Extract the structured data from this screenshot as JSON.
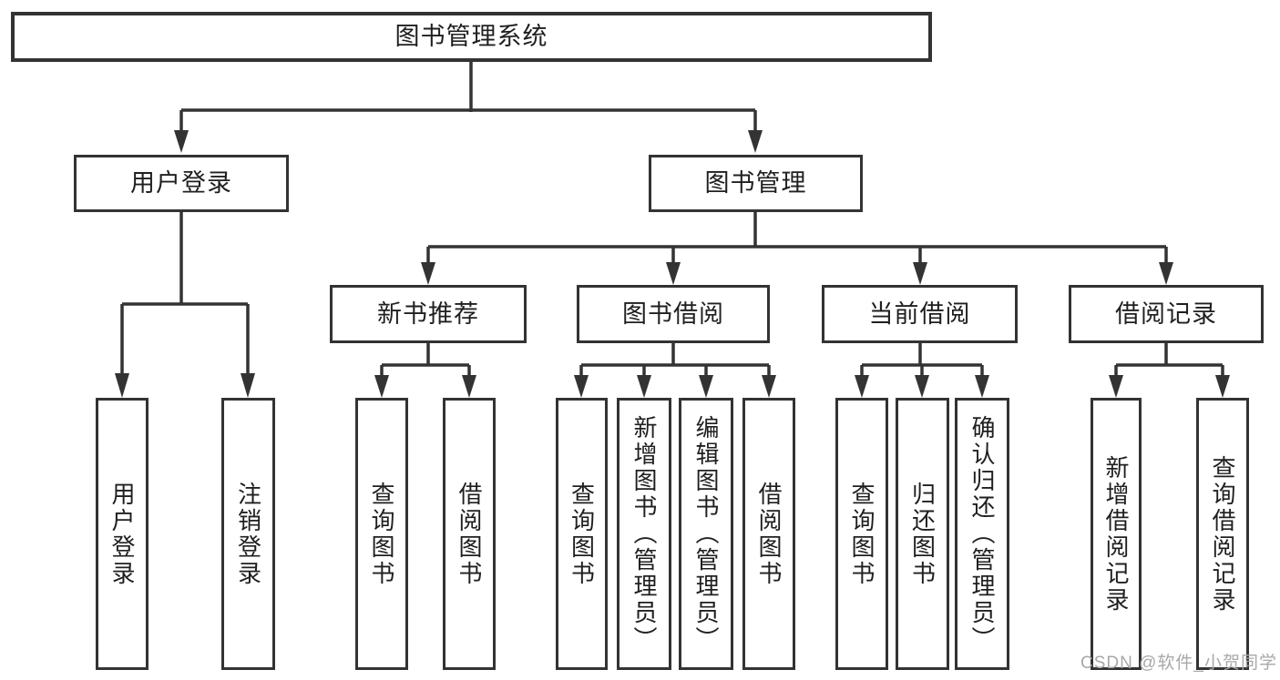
{
  "diagram": {
    "type": "tree-structure-chart",
    "colors": {
      "line": "#333333",
      "box_border": "#333333",
      "text": "#1f1f1f",
      "background": "#ffffff",
      "watermark": "#a8a8a8"
    },
    "watermark": "CSDN @软件_小贺同学",
    "nodes": {
      "root": "图书管理系统",
      "user_login": "用户登录",
      "book_mgmt": "图书管理",
      "new_book_rec": "新书推荐",
      "book_borrow": "图书借阅",
      "current_borrow": "当前借阅",
      "borrow_record": "借阅记录",
      "user_login_leaf": "用户登录",
      "logout_leaf": "注销登录",
      "rec_query_books": "查询图书",
      "rec_borrow_books": "借阅图书",
      "bb_query_books": "查询图书",
      "bb_add_books": "新增图书（管理员）",
      "bb_edit_books": "编辑图书（管理员）",
      "bb_borrow_books": "借阅图书",
      "cb_query_books": "查询图书",
      "cb_return_books": "归还图书",
      "cb_confirm_return": "确认归还（管理员）",
      "br_add_record": "新增借阅记录",
      "br_query_record": "查询借阅记录"
    },
    "structure": {
      "root": "图书管理系统",
      "children": [
        {
          "label": "用户登录",
          "children": [
            "用户登录",
            "注销登录"
          ]
        },
        {
          "label": "图书管理",
          "children": [
            {
              "label": "新书推荐",
              "children": [
                "查询图书",
                "借阅图书"
              ]
            },
            {
              "label": "图书借阅",
              "children": [
                "查询图书",
                "新增图书（管理员）",
                "编辑图书（管理员）",
                "借阅图书"
              ]
            },
            {
              "label": "当前借阅",
              "children": [
                "查询图书",
                "归还图书",
                "确认归还（管理员）"
              ]
            },
            {
              "label": "借阅记录",
              "children": [
                "新增借阅记录",
                "查询借阅记录"
              ]
            }
          ]
        }
      ]
    }
  }
}
